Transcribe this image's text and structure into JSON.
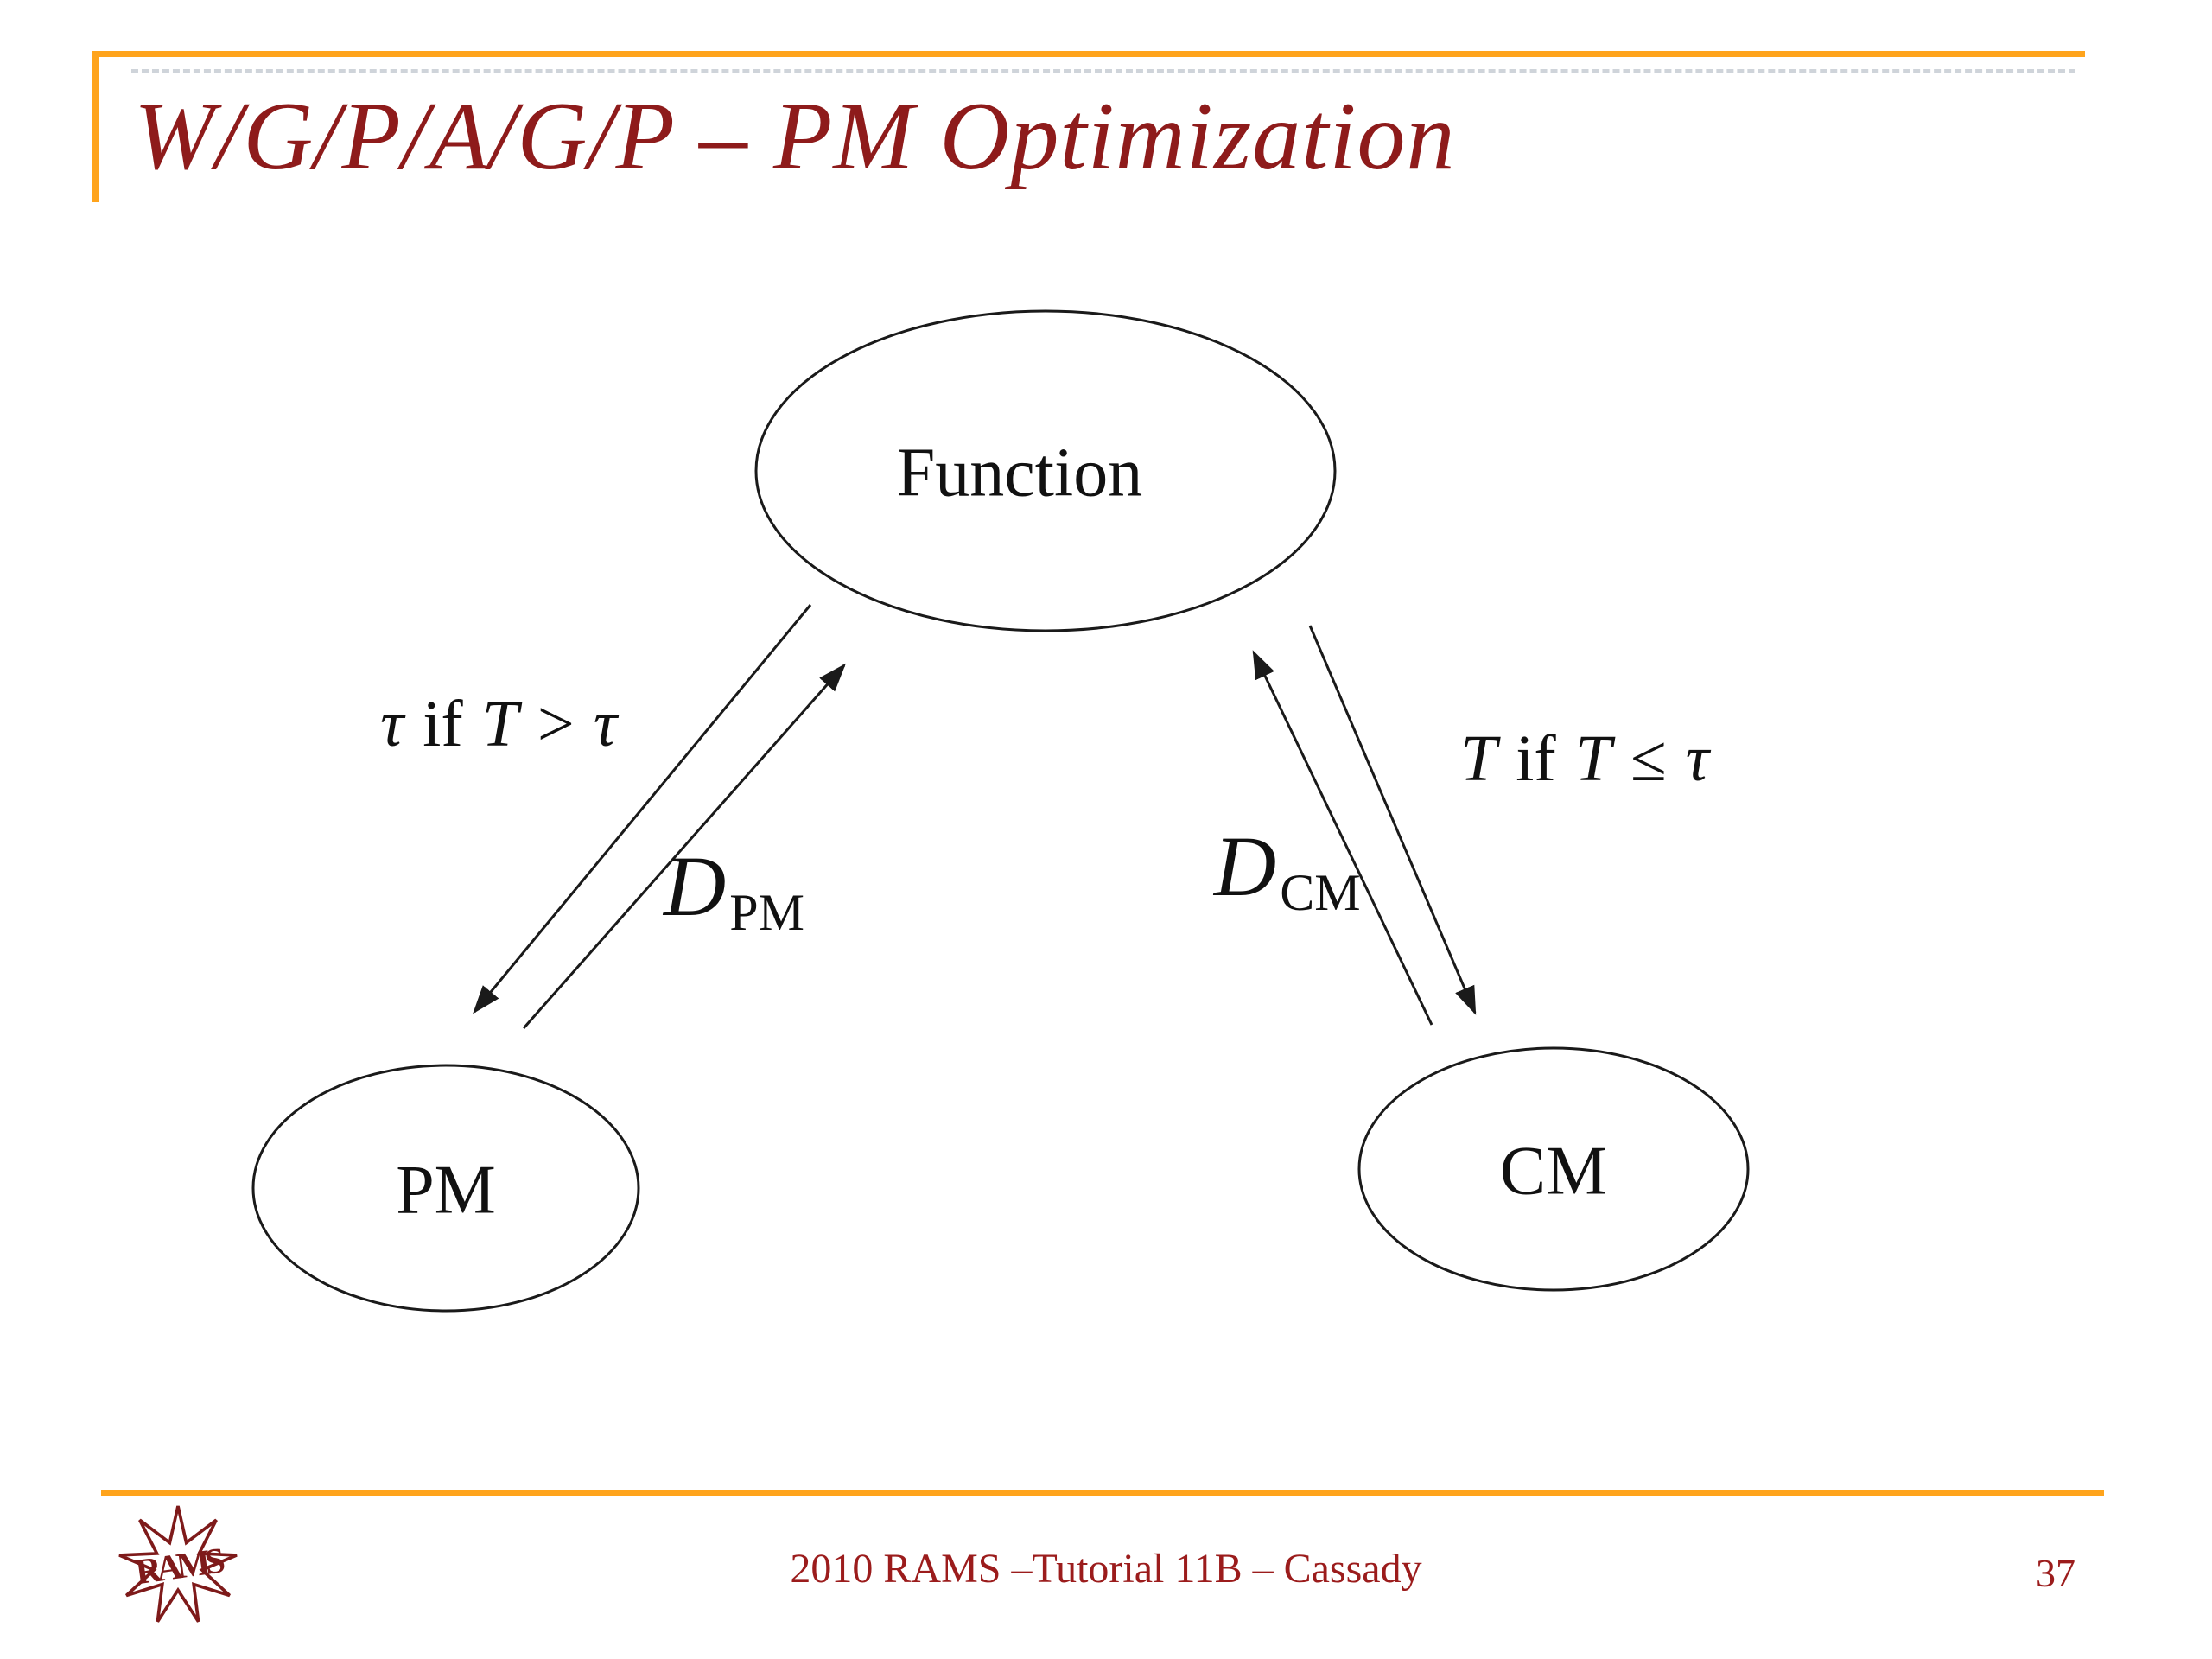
{
  "slide": {
    "title": "W/G/P/A/G/P – PM Optimization",
    "footer": "2010 RAMS –Tutorial 11B – Cassady",
    "page_number": "37",
    "logo_monogram": "RAMS"
  },
  "diagram": {
    "nodes": {
      "function": "Function",
      "pm": "PM",
      "cm": "CM"
    },
    "edge_labels": {
      "to_pm_condition": {
        "lhs": "τ",
        "if_word": "if",
        "var": "T",
        "op": ">",
        "rhs": "τ"
      },
      "to_cm_condition": {
        "lhs": "T",
        "if_word": "if",
        "var": "T",
        "op": "≤",
        "rhs": "τ"
      },
      "pm_duration": {
        "base": "D",
        "sub": "PM"
      },
      "cm_duration": {
        "base": "D",
        "sub": "CM"
      }
    }
  },
  "colors": {
    "accent_orange": "#FFA41C",
    "maroon_text": "#8E1B1B",
    "footer_maroon": "#9B1C1C",
    "diagram_line": "#1A1A1A"
  }
}
